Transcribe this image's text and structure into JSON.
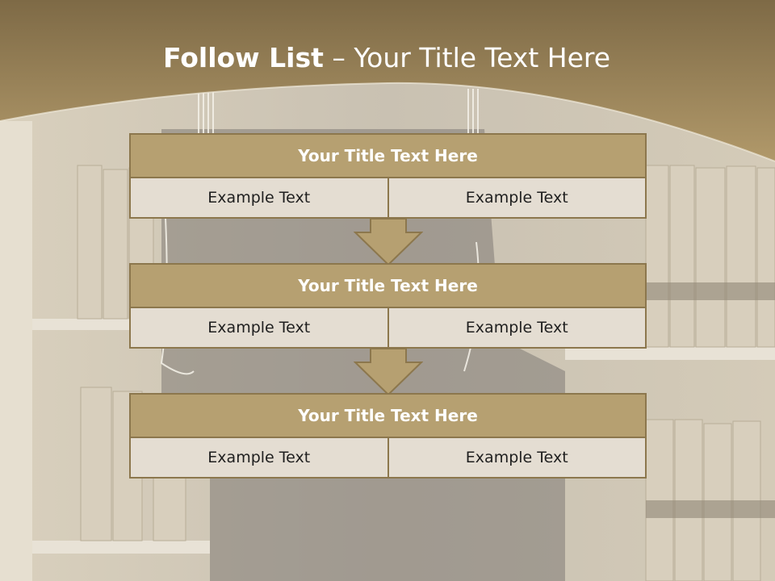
{
  "slide": {
    "title_bold": "Follow List",
    "title_rest": " – Your Title Text Here"
  },
  "steps": [
    {
      "title": "Your Title Text Here",
      "left": "Example Text",
      "right": "Example Text"
    },
    {
      "title": "Your Title Text Here",
      "left": "Example Text",
      "right": "Example Text"
    },
    {
      "title": "Your Title Text Here",
      "left": "Example Text",
      "right": "Example Text"
    }
  ],
  "colors": {
    "header_band": "#8c774d",
    "box_fill": "#b6a071",
    "cell_fill": "#e4ddd2",
    "border": "#8c774d"
  }
}
